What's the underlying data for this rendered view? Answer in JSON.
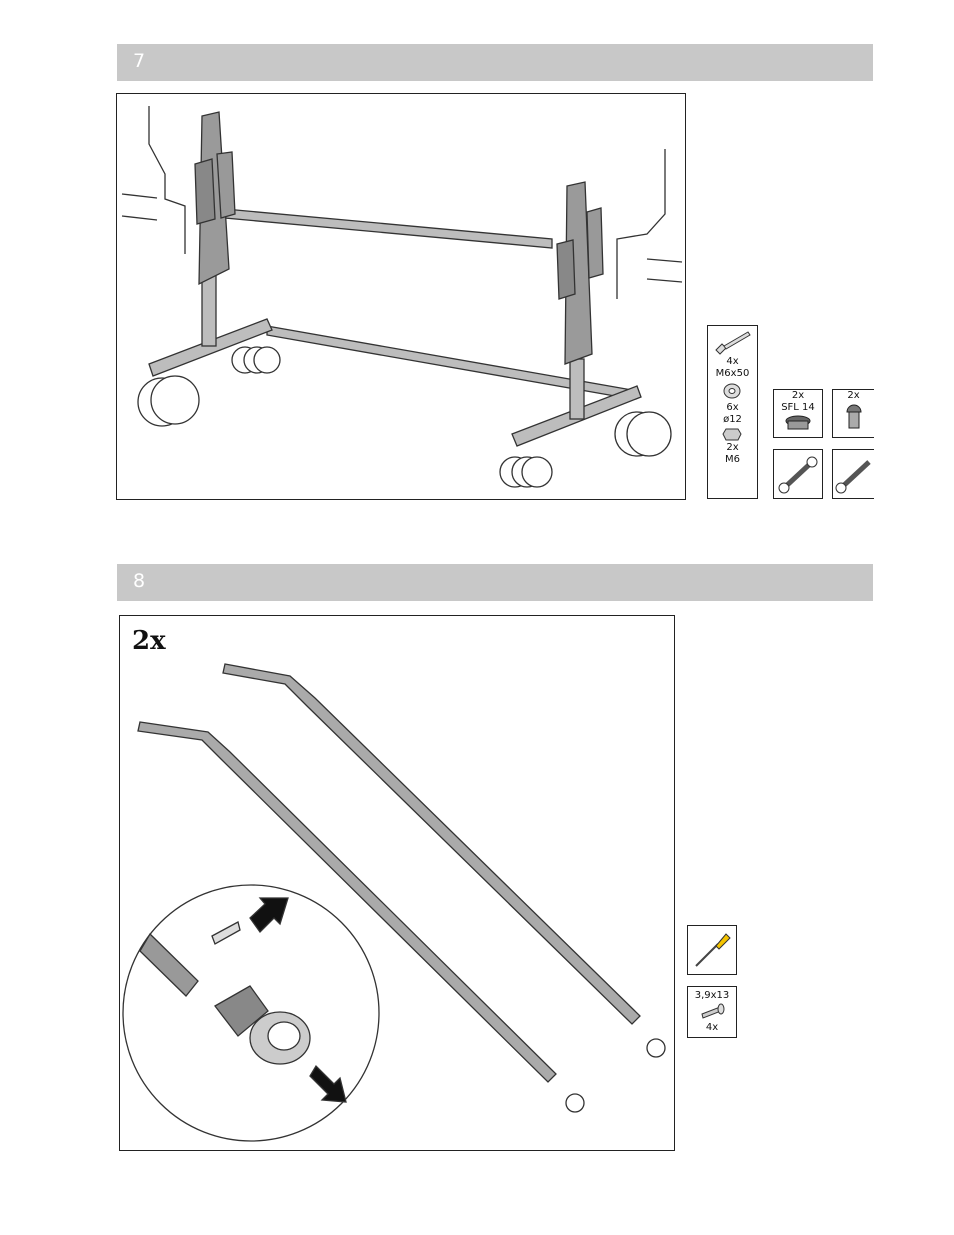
{
  "step7": {
    "number": "7",
    "parts": [
      {
        "qty": "4x",
        "spec": "M6x50"
      },
      {
        "qty": "6x",
        "spec": "ø12"
      },
      {
        "qty": "2x",
        "spec": "M6"
      }
    ],
    "extra_parts": [
      {
        "qty": "2x",
        "spec": "SFL 14"
      },
      {
        "qty": "2x",
        "spec": ""
      }
    ],
    "icons": [
      "bolt-icon",
      "washer-icon",
      "nut-icon",
      "end-cap-icon",
      "glide-icon",
      "wrench-icon"
    ]
  },
  "step8": {
    "number": "8",
    "multiplier": "2x",
    "screw": {
      "size": "3,9x13",
      "qty": "4x"
    },
    "icons": [
      "screwdriver-icon",
      "screw-icon"
    ]
  }
}
